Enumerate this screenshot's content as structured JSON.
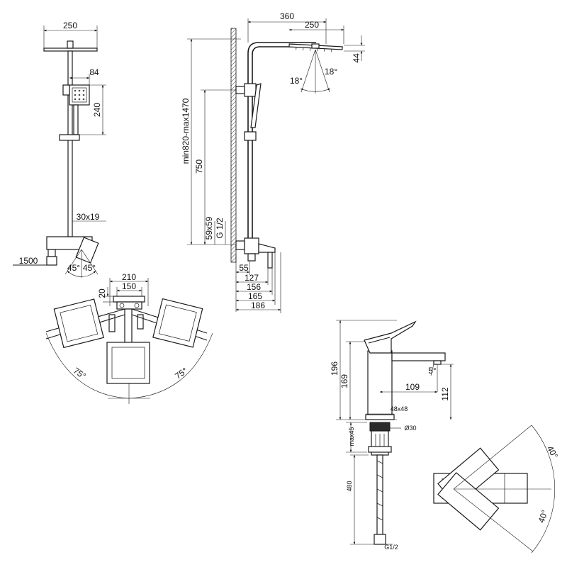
{
  "shower_front": {
    "head_width": "250",
    "hand_width": "84",
    "hand_height": "240",
    "rail_section": "30x19",
    "hose_length": "1500",
    "swivel_left": "45°",
    "swivel_right": "45°"
  },
  "shower_side": {
    "arm_reach": "360",
    "head_width": "250",
    "head_thickness": "44",
    "tilt_left": "18°",
    "tilt_right": "18°",
    "height_range": "min820-max1470",
    "mixer_height": "750",
    "mixer_section": "59x59",
    "thread": "G 1/2",
    "depth_55": "55",
    "depth_127": "127",
    "depth_156": "156",
    "depth_165": "165",
    "depth_186": "186"
  },
  "mixer_top": {
    "width_210": "210",
    "width_150": "150",
    "offset_20": "20",
    "rotation_left": "75°",
    "rotation_right": "75°"
  },
  "basin_faucet": {
    "total_height": "196",
    "body_height": "169",
    "reach": "109",
    "spout_height": "112",
    "spout_angle": "5°",
    "base_size": "48x48",
    "hole_diameter": "Ø30",
    "max_deck": "max45",
    "hose_length": "480",
    "thread": "G1/2"
  },
  "faucet_top": {
    "rotation_upper": "40°",
    "rotation_lower": "40°"
  }
}
